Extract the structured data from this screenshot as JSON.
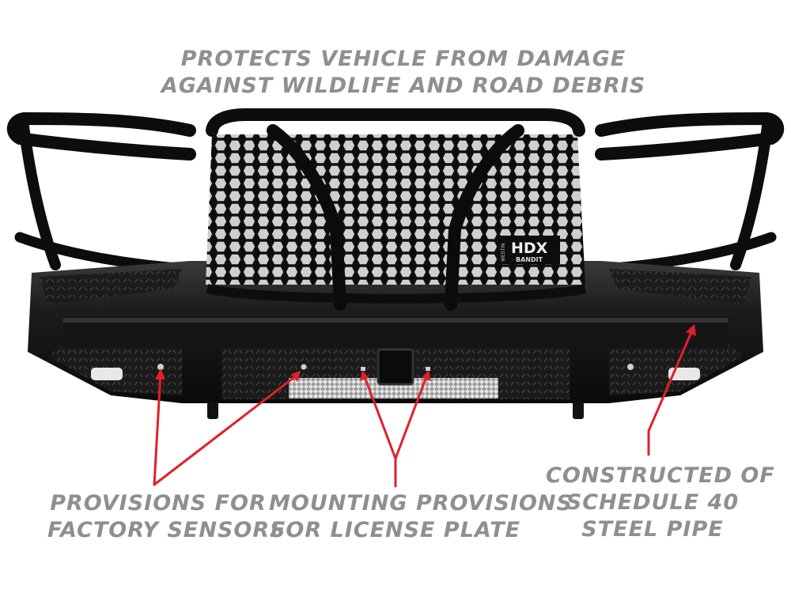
{
  "captions": {
    "top": [
      "PROTECTS VEHICLE FROM DAMAGE",
      "AGAINST WILDLIFE AND ROAD DEBRIS"
    ],
    "sensors": [
      "PROVISIONS FOR",
      "FACTORY SENSORS"
    ],
    "license": [
      "MOUNTING PROVISIONS",
      "FOR LICENSE PLATE"
    ],
    "steel": [
      "CONSTRUCTED OF",
      "SCHEDULE 40",
      "STEEL PIPE"
    ]
  },
  "logo": {
    "top": "HDX",
    "bottom": "BANDIT",
    "side": "WESTIN"
  },
  "colors": {
    "caption": "#8f8f8f",
    "arrow": "#e0202a",
    "bumper": "#151515",
    "background": "#ffffff"
  }
}
